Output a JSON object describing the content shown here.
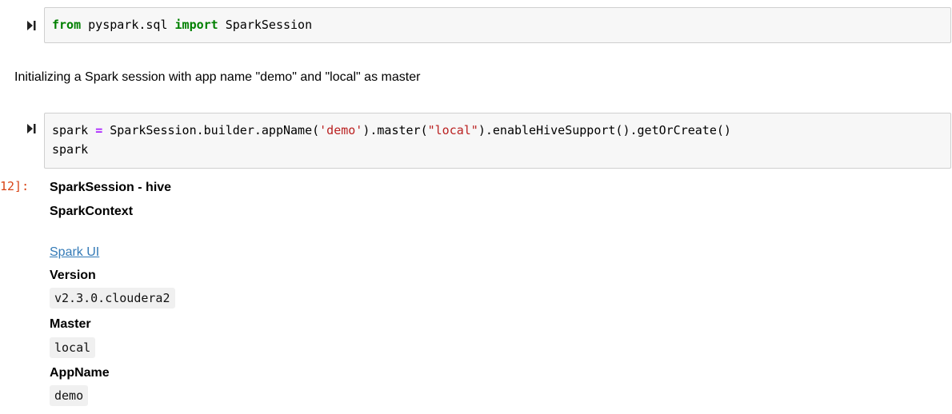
{
  "cells": {
    "cell1": {
      "code": {
        "kw_from": "from",
        "module": " pyspark.sql ",
        "kw_import": "import",
        "name": " SparkSession"
      }
    },
    "markdown": {
      "text": "Initializing a Spark session with app name \"demo\" and \"local\" as master"
    },
    "cell2": {
      "line1": {
        "var": "spark ",
        "op": "=",
        "builder": " SparkSession.builder.appName(",
        "app": "'demo'",
        "mid": ").master(",
        "master": "\"local\"",
        "end": ").enableHiveSupport().getOrCreate()"
      },
      "line2": "spark",
      "prompt": "12]:"
    }
  },
  "output": {
    "session_title": "SparkSession - hive",
    "context_title": "SparkContext",
    "spark_ui_link": "Spark UI",
    "version_label": "Version",
    "version_value": "v2.3.0.cloudera2",
    "master_label": "Master",
    "master_value": "local",
    "appname_label": "AppName",
    "appname_value": "demo"
  },
  "colors": {
    "keyword": "#008000",
    "string": "#ba2121",
    "operator": "#aa22ff",
    "prompt": "#d84315",
    "link": "#337ab7"
  },
  "icons": {
    "run": "run-cell-icon"
  }
}
